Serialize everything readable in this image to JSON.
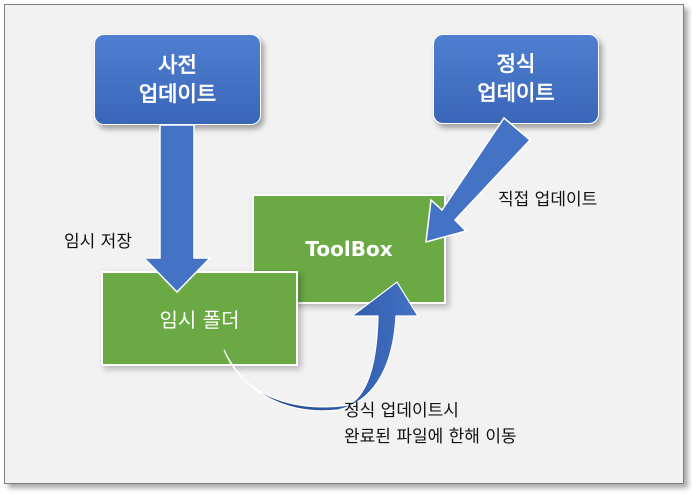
{
  "nodes": {
    "pre_update": {
      "line1": "사전",
      "line2": "업데이트"
    },
    "official_update": {
      "line1": "정식",
      "line2": "업데이트"
    },
    "toolbox": {
      "label": "ToolBox"
    },
    "temp_folder": {
      "label": "임시 폴더"
    }
  },
  "edge_labels": {
    "temp_save": "임시 저장",
    "direct_update": "직접 업데이트",
    "move_line1": "정식 업데이트시",
    "move_line2": "완료된 파일에 한해 이동"
  },
  "colors": {
    "blue_box": "#4472c4",
    "green_box": "#6aa944",
    "arrow_blue": "#4472c4",
    "curve_dark": "#2e4f8f"
  }
}
